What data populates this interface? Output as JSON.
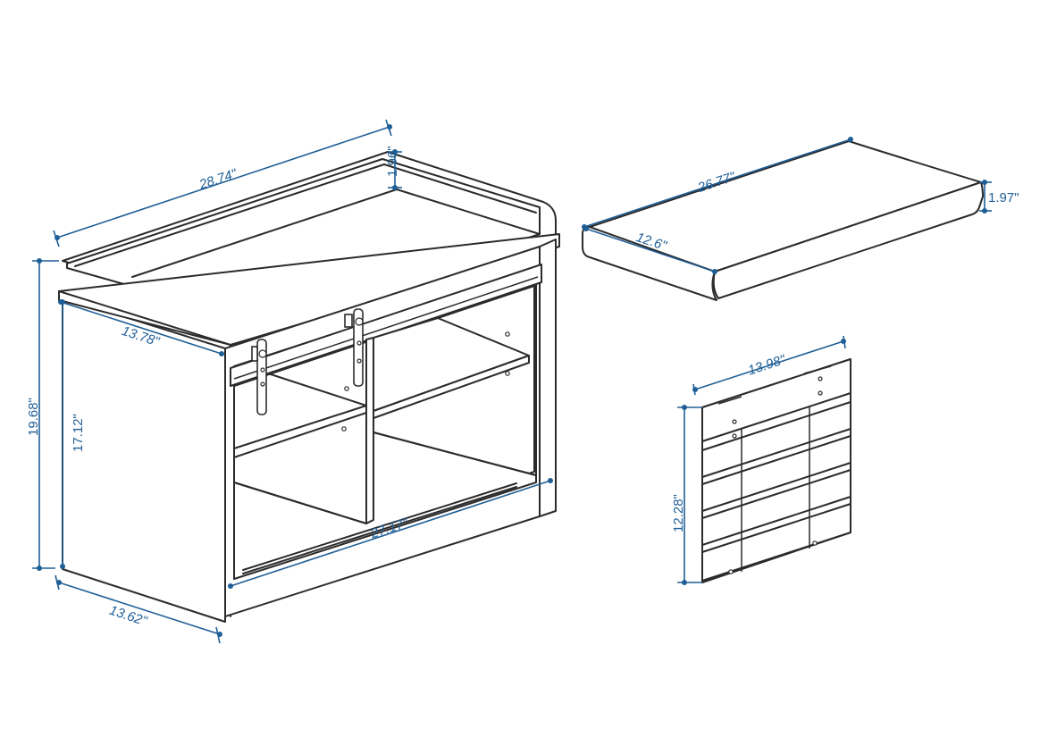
{
  "dimensions": {
    "bench_width": "28.74\"",
    "bench_rim_height": "1.96\"",
    "bench_total_height": "19.68\"",
    "bench_side_height": "17.12\"",
    "bench_top_depth": "13.78\"",
    "bench_base_depth": "13.62\"",
    "bench_shelf_width": "27.17\"",
    "cushion_width": "26.77\"",
    "cushion_depth": "12.6\"",
    "cushion_thickness": "1.97\"",
    "door_width": "13.98\"",
    "door_height": "12.28\""
  },
  "colors": {
    "line": "#2b2b2b",
    "dimension": "#1f5f97",
    "background": "#ffffff"
  }
}
